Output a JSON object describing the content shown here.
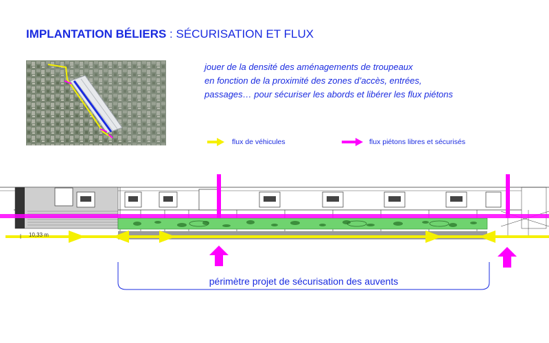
{
  "title": {
    "bold": "IMPLANTATION BÉLIERS",
    "light": " : SÉCURISATION ET FLUX"
  },
  "description": {
    "lines": [
      "jouer de la densité des aménagements de troupeaux",
      "en fonction de la proximité des zones d’accès, entrées,",
      "passages… pour sécuriser les abords et libérer les flux piétons"
    ]
  },
  "legend": {
    "vehicles": {
      "label": "flux de véhicules",
      "color": "#f5f000"
    },
    "pedestrians": {
      "label": "flux piétons libres et sécurisés",
      "color": "#ff00ff"
    }
  },
  "plan": {
    "dimension_label": "10,33 m",
    "caption": "périmètre projet de sécurisation des auvents"
  },
  "colors": {
    "accent": "#1a2be0",
    "vehicle_flow": "#f5f000",
    "pedestrian_flow": "#ff00ff",
    "green_zone": "#6fd36f",
    "road": "#9a9a9a"
  }
}
